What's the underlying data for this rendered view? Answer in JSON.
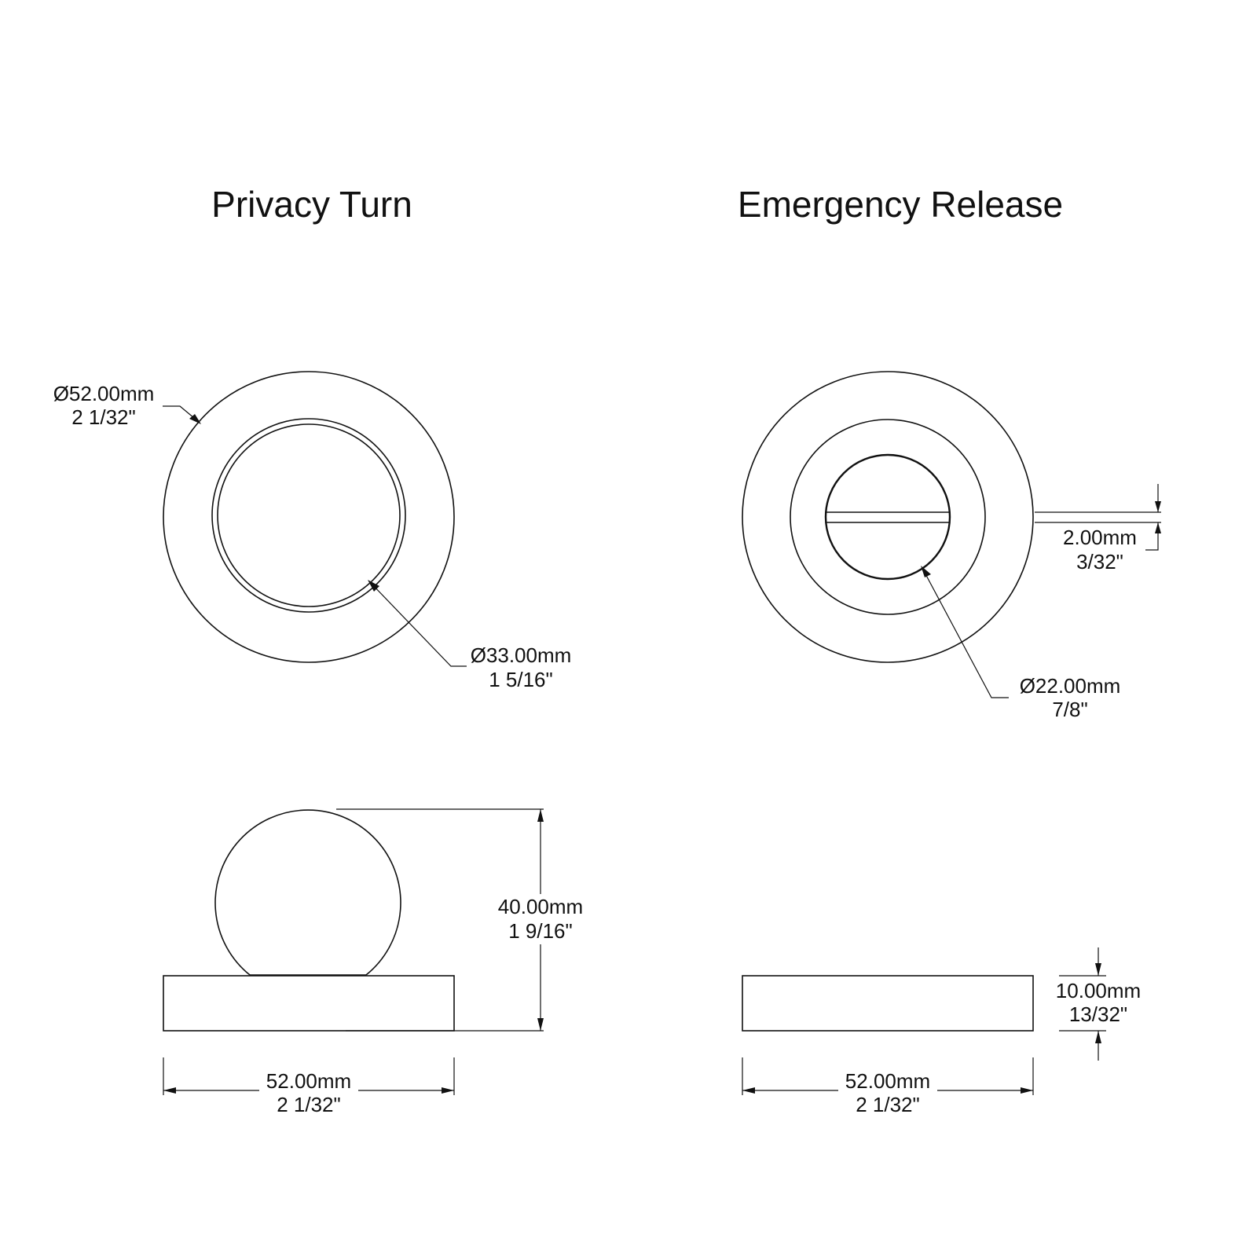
{
  "titles": {
    "privacy_turn": "Privacy Turn",
    "emergency_release": "Emergency Release"
  },
  "privacy_turn": {
    "rose_diameter_mm": "Ø52.00mm",
    "rose_diameter_in": "2 1/32\"",
    "knob_diameter_mm": "Ø33.00mm",
    "knob_diameter_in": "1 5/16\"",
    "height_mm": "40.00mm",
    "height_in": "1 9/16\"",
    "width_mm": "52.00mm",
    "width_in": "2 1/32\""
  },
  "emergency_release": {
    "slot_width_mm": "2.00mm",
    "slot_width_in": "3/32\"",
    "disc_diameter_mm": "Ø22.00mm",
    "disc_diameter_in": "7/8\"",
    "thickness_mm": "10.00mm",
    "thickness_in": "13/32\"",
    "width_mm": "52.00mm",
    "width_in": "2 1/32\""
  }
}
